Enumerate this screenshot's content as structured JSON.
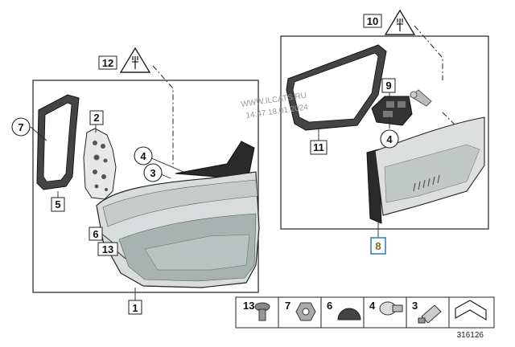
{
  "diagram": {
    "labels": {
      "n1": "1",
      "n2": "2",
      "n3": "3",
      "n4a": "4",
      "n4b": "4",
      "n5": "5",
      "n6": "6",
      "n7": "7",
      "n8": "8",
      "n9": "9",
      "n10": "10",
      "n11": "11",
      "n12": "12",
      "n13": "13"
    },
    "watermark": [
      "WWW.ILCATS.RU",
      "14:47 18.01.2024"
    ],
    "legend": [
      {
        "num": "13",
        "icon": "screw-icon"
      },
      {
        "num": "7",
        "icon": "hex-nut-icon"
      },
      {
        "num": "6",
        "icon": "rubber-cap-icon"
      },
      {
        "num": "4",
        "icon": "bulb-icon"
      },
      {
        "num": "3",
        "icon": "wedge-bulb-icon"
      },
      {
        "num": "",
        "icon": "arrow-continuation-icon"
      }
    ],
    "diagram_number": "316126",
    "colors": {
      "highlight_border": "#3a7fc1",
      "highlight_text": "#7a6a20"
    }
  }
}
